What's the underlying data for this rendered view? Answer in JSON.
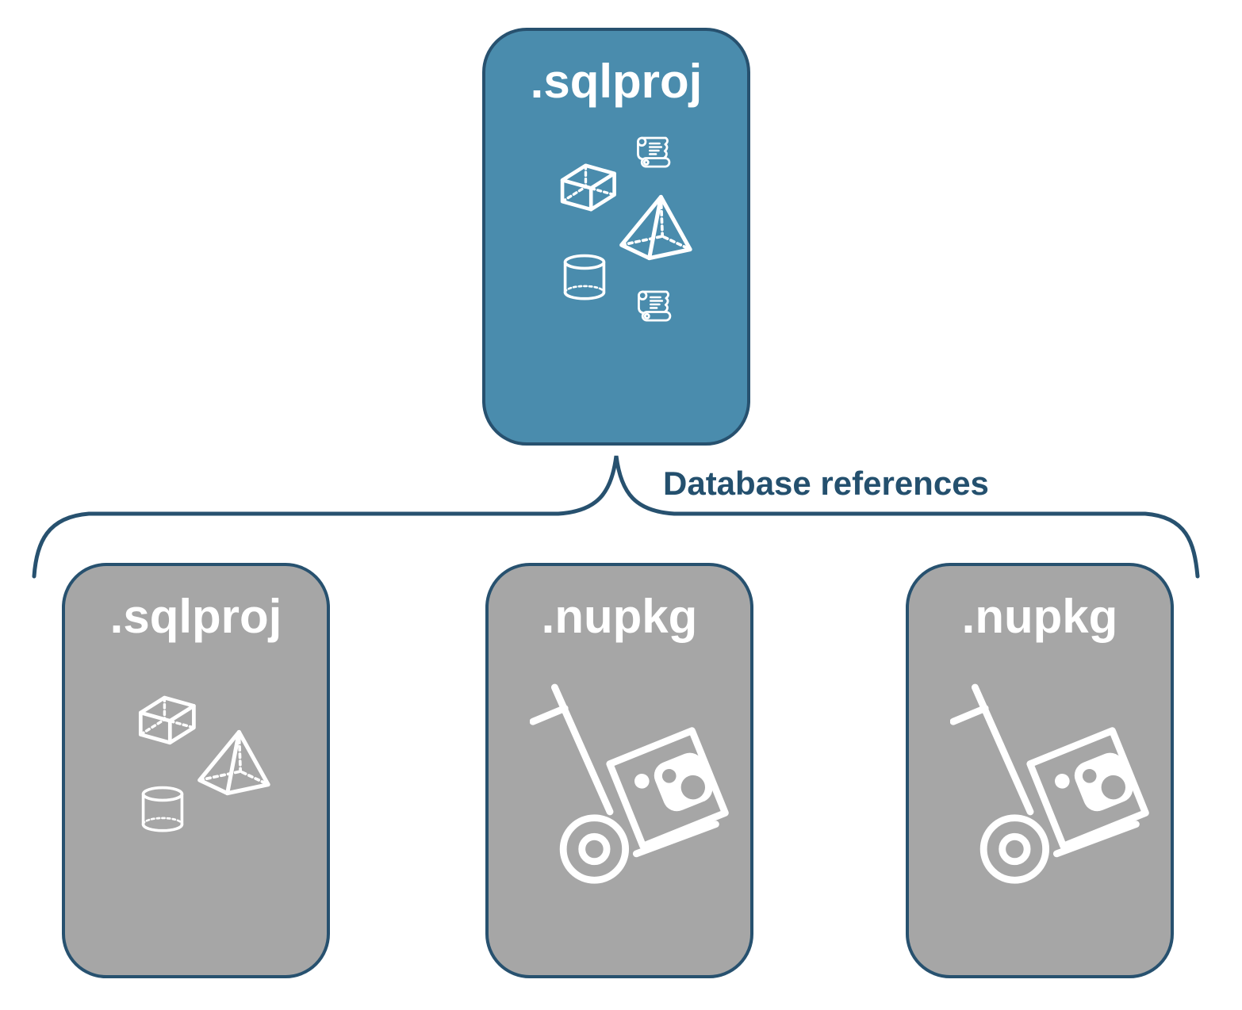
{
  "diagram": {
    "root": {
      "label": ".sqlproj",
      "fill": "#4a8cad",
      "icons": [
        "script-scroll-icon",
        "cube-icon",
        "pyramid-icon",
        "cylinder-icon",
        "script-scroll-icon"
      ]
    },
    "connector_label": "Database references",
    "children": [
      {
        "label": ".sqlproj",
        "fill": "#a6a6a6",
        "icons": [
          "cube-icon",
          "pyramid-icon",
          "cylinder-icon"
        ]
      },
      {
        "label": ".nupkg",
        "fill": "#a6a6a6",
        "icons": [
          "package-dolly-icon"
        ]
      },
      {
        "label": ".nupkg",
        "fill": "#a6a6a6",
        "icons": [
          "package-dolly-icon"
        ]
      }
    ],
    "colors": {
      "root_fill": "#4a8cad",
      "child_fill": "#a6a6a6",
      "outline_navy": "#27516f",
      "label_navy": "#24506e",
      "icon_white": "#ffffff"
    }
  }
}
